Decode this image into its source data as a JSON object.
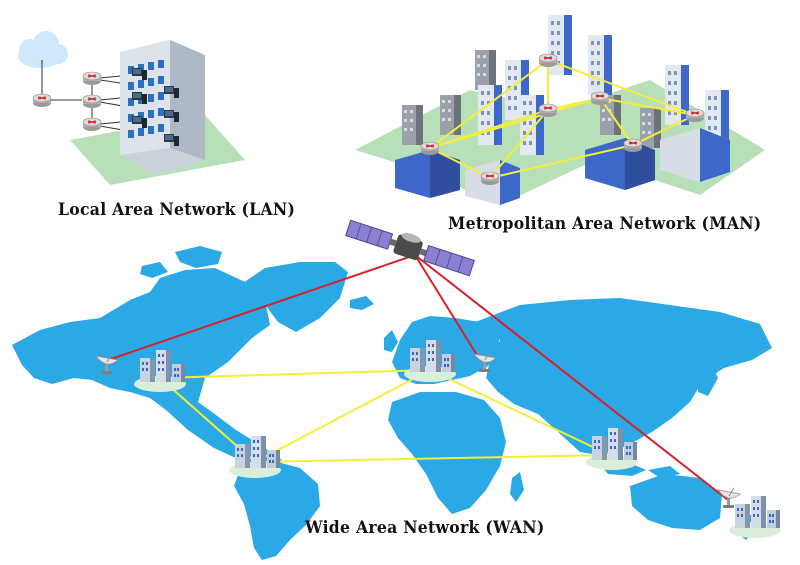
{
  "diagram": {
    "lan_caption": "Local Area Network (LAN)",
    "man_caption": "Metropolitan Area Network (MAN)",
    "wan_caption": "Wide Area Network (WAN)"
  },
  "colors": {
    "ocean_background": "#ffffff",
    "continents": "#2aa9e6",
    "satellite_link": "#d8202a",
    "terrestrial_link": "#f3ee3a",
    "ground_plate": "#b8e0b8",
    "building_light": "#d7dde6",
    "building_blue": "#3d67c9",
    "router": "#c8c8c8",
    "router_mark": "#d8202a"
  },
  "icons": [
    "cloud-icon",
    "router-icon",
    "computer-icon",
    "satellite-icon",
    "satellite-dish-icon",
    "building-icon"
  ]
}
